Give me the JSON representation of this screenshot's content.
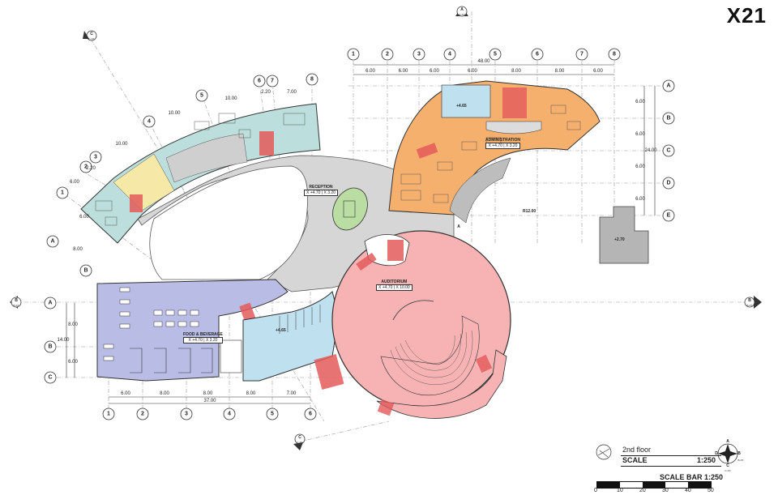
{
  "sheet": {
    "title": "X21",
    "drawing_name": "2nd floor",
    "scale_label": "SCALE",
    "scale_value": "1:250",
    "scale_bar_label": "SCALE BAR 1:250",
    "scale_bar_ticks": [
      "0",
      "10",
      "20",
      "30",
      "40",
      "50"
    ]
  },
  "rooms": {
    "reception": {
      "name": "RECEPTION",
      "x_label": "X +4.70",
      "x2_label": "X 3.20"
    },
    "administration": {
      "name": "ADMINISTRATION",
      "x_label": "X +4.70",
      "x2_label": "X 3.20"
    },
    "auditorium": {
      "name": "AUDITORIUM",
      "x_label": "X +4.70",
      "x2_label": "X 10.00"
    },
    "food_beverage": {
      "name": "FOOD & BEVERAGE",
      "x_label": "X +4.70",
      "x2_label": "X 3.20"
    },
    "level_a": "+4.65",
    "level_b": "+4.65",
    "level_c": "+2.70",
    "radius": "R12.00"
  },
  "grid_top": {
    "axes": [
      "1",
      "2",
      "3",
      "4",
      "5",
      "6",
      "7",
      "8"
    ],
    "spacings": [
      "6.00",
      "6.00",
      "6.00",
      "6.00",
      "8.00",
      "8.00",
      "6.00"
    ],
    "total": "48.00",
    "rows": [
      "A",
      "B",
      "C",
      "D",
      "E"
    ],
    "row_spacings": [
      "6.00",
      "6.00",
      "6.00",
      "6.00"
    ],
    "row_total": "24.00"
  },
  "grid_bottom": {
    "axes": [
      "1",
      "2",
      "3",
      "4",
      "5",
      "6"
    ],
    "spacings": [
      "6.00",
      "8.00",
      "8.00",
      "8.00",
      "7.00"
    ],
    "total": "37.00",
    "rows": [
      "A",
      "B",
      "C"
    ],
    "row_spacings": [
      "8.00",
      "6.00"
    ],
    "row_total": "14.00"
  },
  "grid_left_wing": {
    "axes": [
      "1",
      "2",
      "3",
      "4",
      "5",
      "6",
      "7",
      "8"
    ],
    "spacings": [
      "6.00",
      "2.20",
      "10.00",
      "10.00",
      "10.00",
      "2.20",
      "7.00"
    ],
    "rows": [
      "A",
      "B"
    ],
    "row_spacings": [
      "6.00",
      "8.00"
    ]
  },
  "section_markers": {
    "a": {
      "letter": "A",
      "ref": "A-XX"
    },
    "b": {
      "letter": "B",
      "ref": "B-XX"
    },
    "c": {
      "letter": "C",
      "ref": "C-XX"
    }
  },
  "compass": {
    "d": "D",
    "a": "A",
    "b": "B",
    "c": "C",
    "bxx": "B-XX",
    "cxx": "C-XX"
  },
  "colors": {
    "teal": "#bcdedc",
    "orange": "#f6b06e",
    "pink": "#f7b3b3",
    "lavender": "#b9bde6",
    "lightblue": "#bfe0ee",
    "grey": "#d2d2d2",
    "green": "#b9dda3",
    "red": "#e45a5a",
    "yellow": "#f6e8a6"
  }
}
